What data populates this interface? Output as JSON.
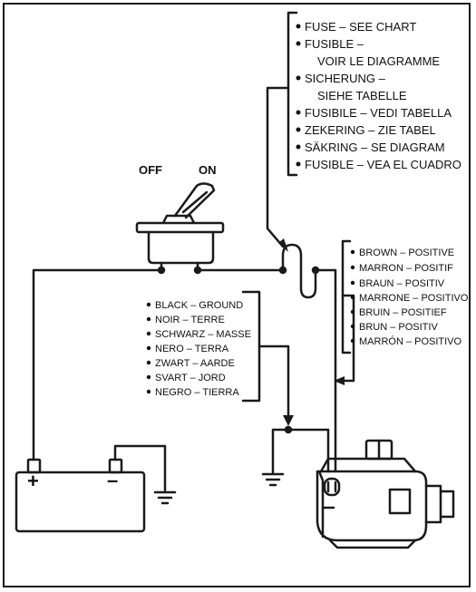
{
  "switch": {
    "off_label": "OFF",
    "on_label": "ON"
  },
  "fuse_labels": [
    "FUSE – SEE CHART",
    "FUSIBLE –",
    "VOIR LE DIAGRAMME",
    "SICHERUNG –",
    "SIEHE TABELLE",
    "FUSIBILE – VEDI TABELLA",
    "ZEKERING – ZIE TABEL",
    "SÄKRING – SE DIAGRAM",
    "FUSIBLE – VEA EL CUADRO"
  ],
  "positive_labels": [
    "BROWN – POSITIVE",
    "MARRON – POSITIF",
    "BRAUN – POSITIV",
    "MARRONE – POSITIVO",
    "BRUIN – POSITIEF",
    "BRUN – POSITIV",
    "MARRÓN – POSITIVO"
  ],
  "ground_labels": [
    "BLACK – GROUND",
    "NOIR – TERRE",
    "SCHWARZ – MASSE",
    "NERO – TERRA",
    "ZWART – AARDE",
    "SVART – JORD",
    "NEGRO – TIERRA"
  ],
  "battery": {
    "plus": "+",
    "minus": "–"
  },
  "colors": {
    "line": "#1a1a1a",
    "background": "#ffffff"
  }
}
